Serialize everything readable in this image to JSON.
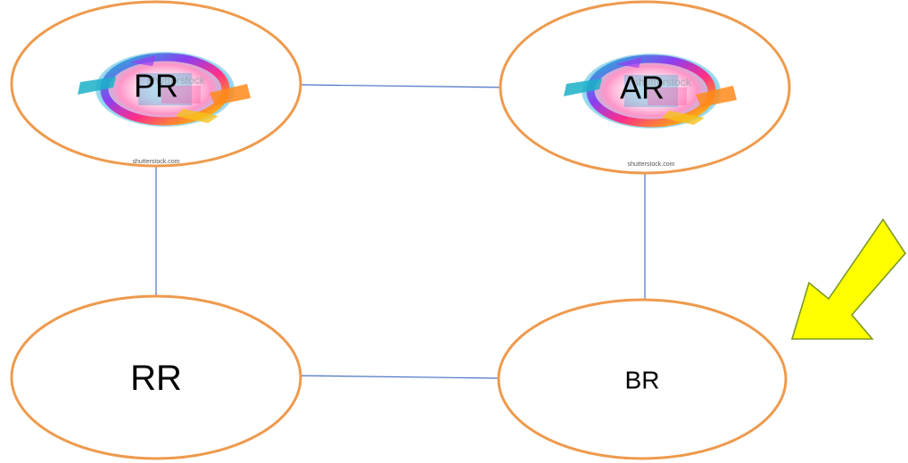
{
  "diagram": {
    "nodes": [
      {
        "id": "pr",
        "label": "PR",
        "has_logo": true
      },
      {
        "id": "ar",
        "label": "AR",
        "has_logo": true
      },
      {
        "id": "rr",
        "label": "RR",
        "has_logo": false
      },
      {
        "id": "br",
        "label": "BR",
        "has_logo": false
      }
    ],
    "edges": [
      {
        "from": "pr",
        "to": "ar"
      },
      {
        "from": "pr",
        "to": "rr"
      },
      {
        "from": "ar",
        "to": "br"
      },
      {
        "from": "rr",
        "to": "br"
      }
    ],
    "highlight": {
      "target": "br",
      "color": "#ffff00"
    },
    "colors": {
      "node_stroke": "#ee9a4d",
      "edge": "#4a72c4",
      "arrow_fill": "#ffff00",
      "arrow_stroke": "#7d9a25"
    },
    "logo": {
      "description_icon": "colorful-fest-logo-icon",
      "watermark_text": "shutterstock",
      "caption_text": "shutterstock.com"
    }
  }
}
